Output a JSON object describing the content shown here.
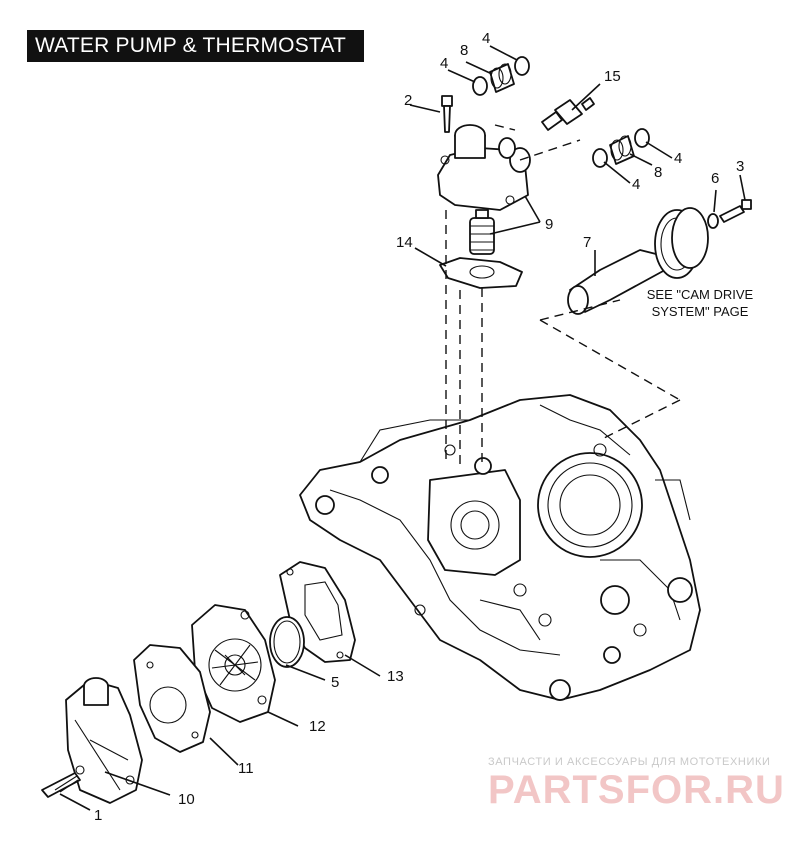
{
  "title": "WATER PUMP & THERMOSTAT",
  "note": [
    "SEE \"CAM DRIVE",
    "SYSTEM\" PAGE"
  ],
  "watermark": {
    "tagline": "ЗАПЧАСТИ И АКСЕССУАРЫ ДЛЯ МОТОТЕХНИКИ",
    "logo": "PARTSFOR.RU"
  },
  "callouts": {
    "c1": "1",
    "c2": "2",
    "c3": "3",
    "c4a": "4",
    "c4b": "4",
    "c4c": "4",
    "c4d": "4",
    "c5": "5",
    "c6": "6",
    "c7": "7",
    "c8a": "8",
    "c8b": "8",
    "c9": "9",
    "c10": "10",
    "c11": "11",
    "c12": "12",
    "c13": "13",
    "c14": "14",
    "c15": "15"
  },
  "colors": {
    "ink": "#111111",
    "title_bg": "#111111",
    "title_fg": "#ffffff",
    "watermark_logo": "#f2c6c6",
    "watermark_tag": "#c9c9c9"
  }
}
